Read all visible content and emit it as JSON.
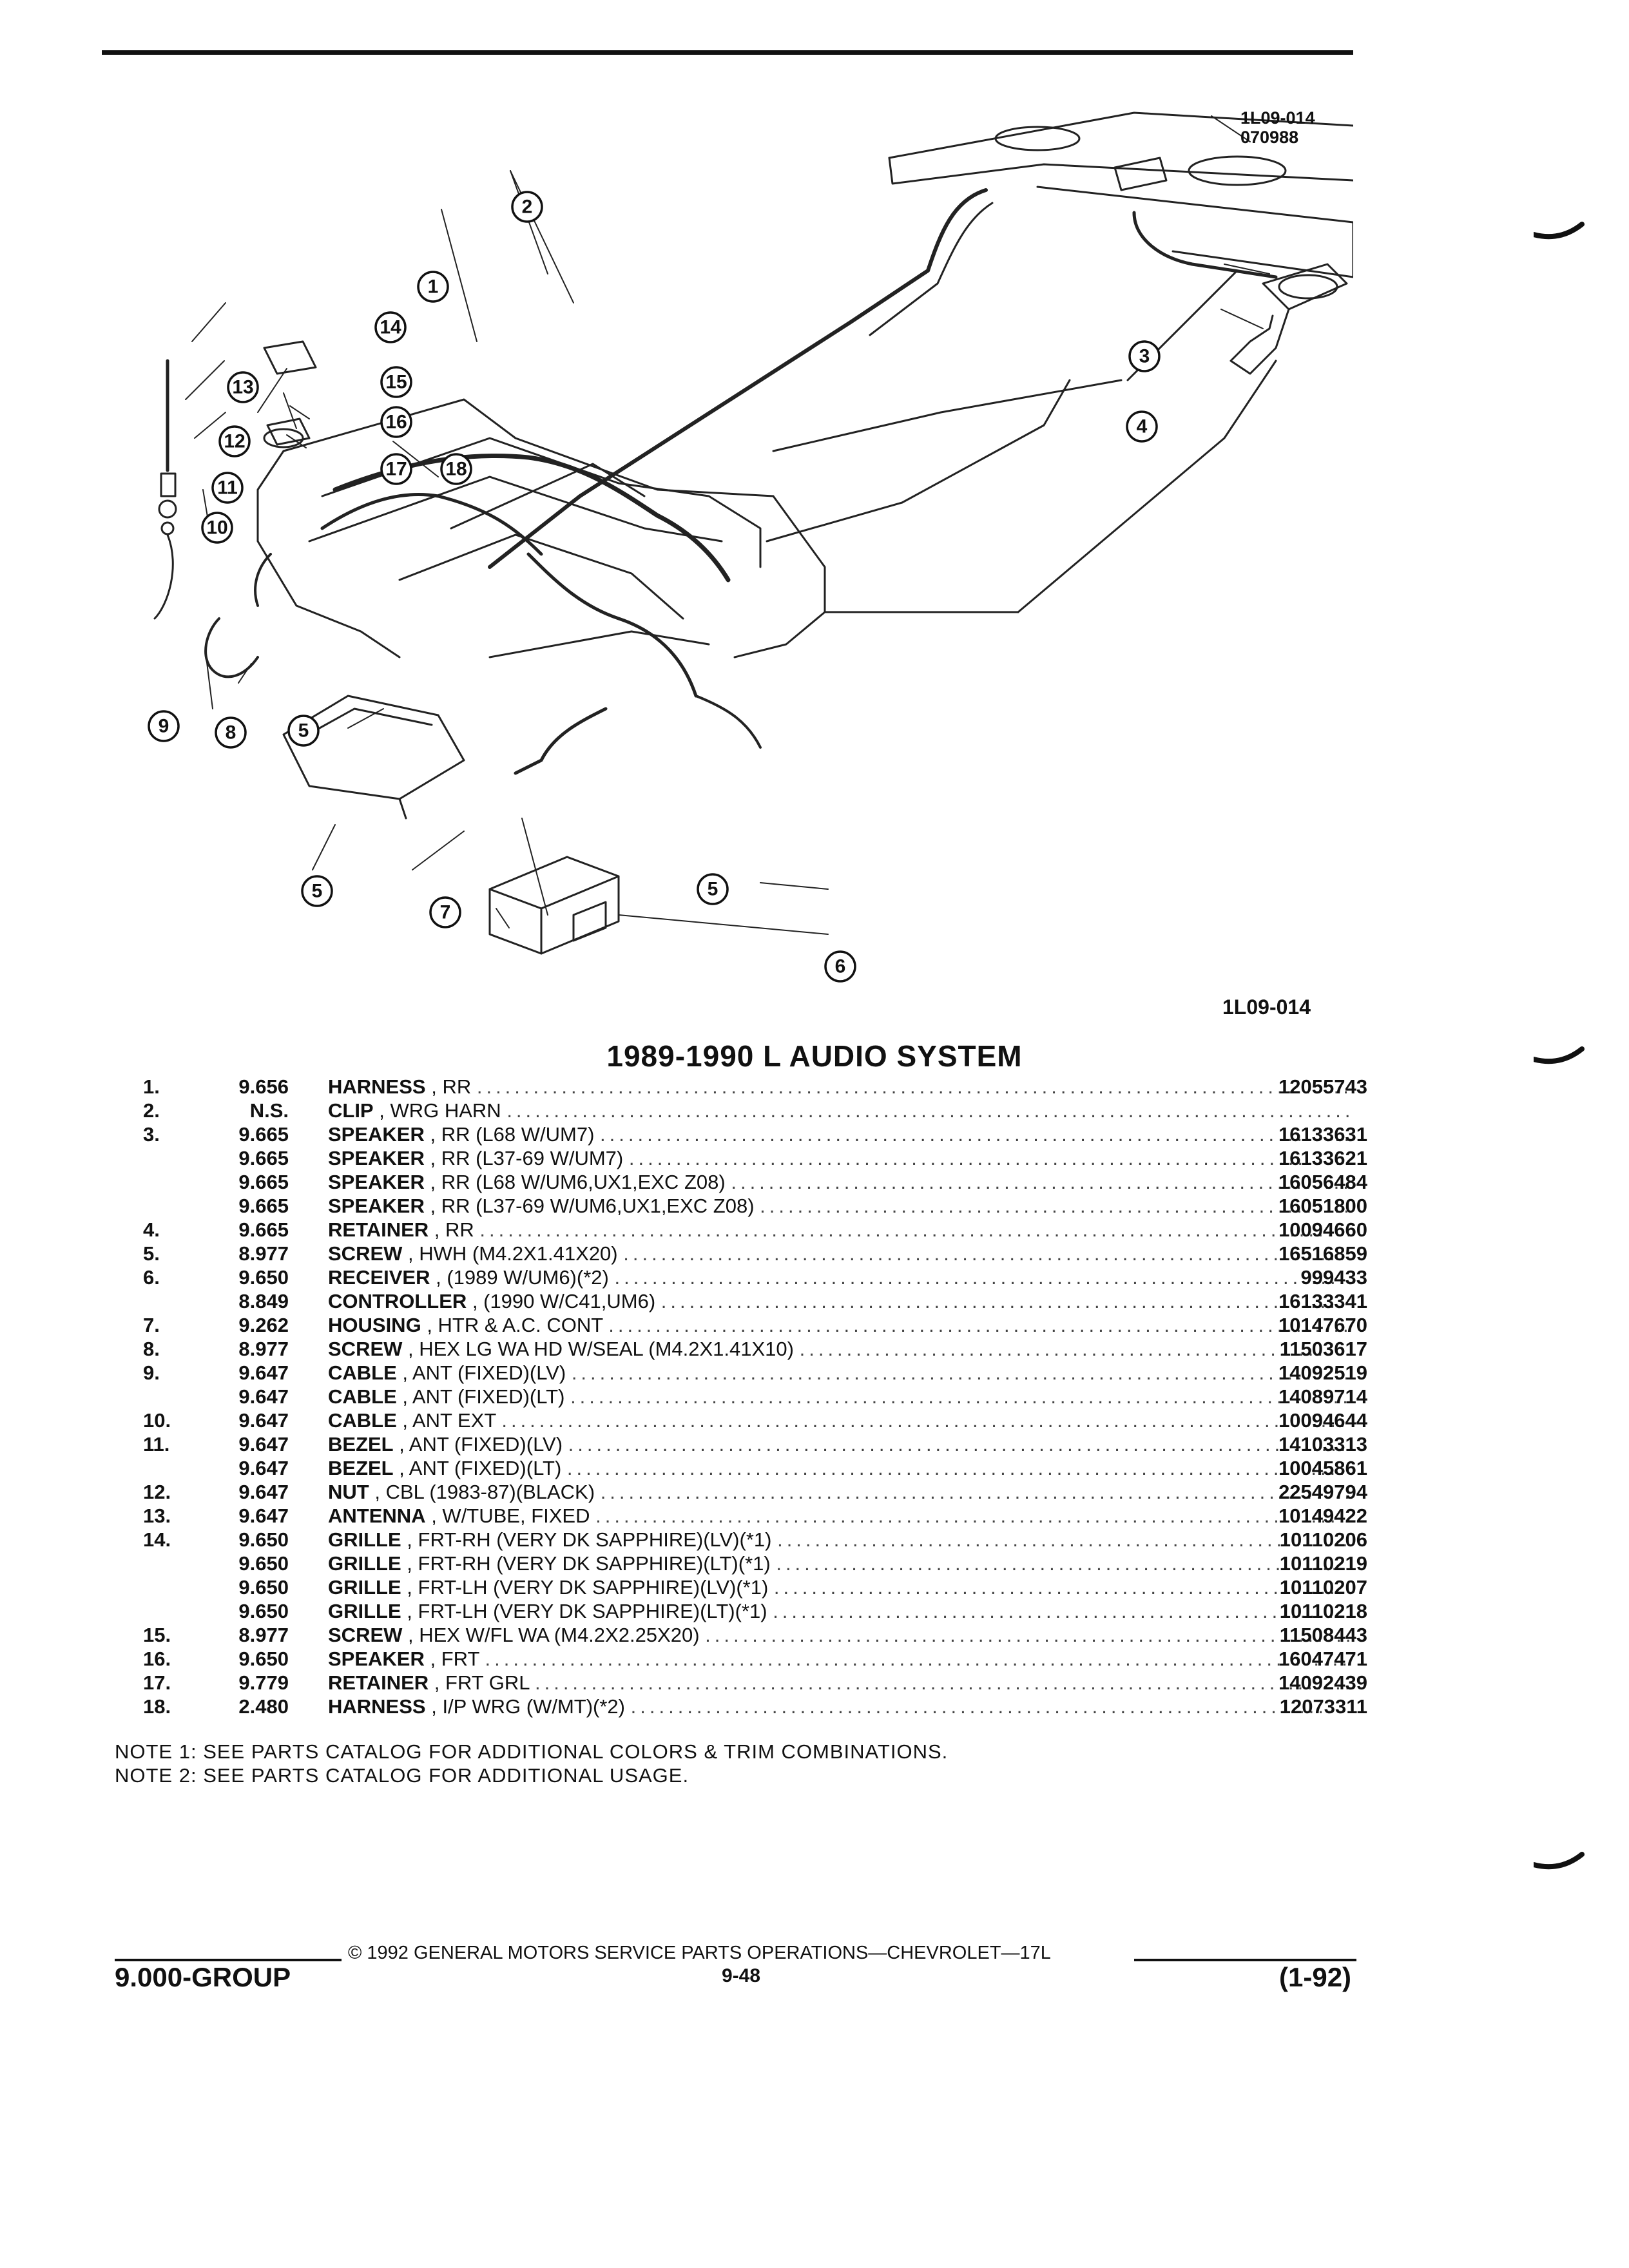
{
  "figure": {
    "code_top_line1": "1L09-014",
    "code_top_line2": "070988",
    "code_bottom": "1L09-014",
    "callouts": [
      "1",
      "2",
      "3",
      "4",
      "5",
      "6",
      "7",
      "8",
      "9",
      "10",
      "11",
      "12",
      "13",
      "14",
      "15",
      "16",
      "17",
      "18"
    ]
  },
  "title": "1989-1990 L AUDIO SYSTEM",
  "parts": [
    {
      "idx": "1.",
      "group": "9.656",
      "name": "HARNESS",
      "detail": ", RR",
      "part": "12055743"
    },
    {
      "idx": "2.",
      "group": "N.S.",
      "name": "CLIP",
      "detail": ", WRG HARN",
      "part": ""
    },
    {
      "idx": "3.",
      "group": "9.665",
      "name": "SPEAKER",
      "detail": ", RR (L68 W/UM7)",
      "part": "16133631"
    },
    {
      "idx": "",
      "group": "9.665",
      "name": "SPEAKER",
      "detail": ", RR (L37-69 W/UM7)",
      "part": "16133621"
    },
    {
      "idx": "",
      "group": "9.665",
      "name": "SPEAKER",
      "detail": ", RR (L68 W/UM6,UX1,EXC Z08)",
      "part": "16056484"
    },
    {
      "idx": "",
      "group": "9.665",
      "name": "SPEAKER",
      "detail": ", RR (L37-69 W/UM6,UX1,EXC Z08)",
      "part": "16051800"
    },
    {
      "idx": "4.",
      "group": "9.665",
      "name": "RETAINER",
      "detail": ", RR",
      "part": "10094660"
    },
    {
      "idx": "5.",
      "group": "8.977",
      "name": "SCREW",
      "detail": ", HWH (M4.2X1.41X20)",
      "part": "16516859"
    },
    {
      "idx": "6.",
      "group": "9.650",
      "name": "RECEIVER",
      "detail": ", (1989 W/UM6)(*2)",
      "part": "999433"
    },
    {
      "idx": "",
      "group": "8.849",
      "name": "CONTROLLER",
      "detail": ", (1990 W/C41,UM6)",
      "part": "16133341"
    },
    {
      "idx": "7.",
      "group": "9.262",
      "name": "HOUSING",
      "detail": ", HTR & A.C. CONT",
      "part": "10147670"
    },
    {
      "idx": "8.",
      "group": "8.977",
      "name": "SCREW",
      "detail": ", HEX LG WA HD W/SEAL (M4.2X1.41X10)",
      "part": "11503617"
    },
    {
      "idx": "9.",
      "group": "9.647",
      "name": "CABLE",
      "detail": ", ANT (FIXED)(LV)",
      "part": "14092519"
    },
    {
      "idx": "",
      "group": "9.647",
      "name": "CABLE",
      "detail": ", ANT (FIXED)(LT)",
      "part": "14089714"
    },
    {
      "idx": "10.",
      "group": "9.647",
      "name": "CABLE",
      "detail": ", ANT EXT",
      "part": "10094644"
    },
    {
      "idx": "11.",
      "group": "9.647",
      "name": "BEZEL",
      "detail": ", ANT (FIXED)(LV)",
      "part": "14103313"
    },
    {
      "idx": "",
      "group": "9.647",
      "name": "BEZEL",
      "detail": ", ANT (FIXED)(LT)",
      "part": "10045861"
    },
    {
      "idx": "12.",
      "group": "9.647",
      "name": "NUT",
      "detail": ", CBL (1983-87)(BLACK)",
      "part": "22549794"
    },
    {
      "idx": "13.",
      "group": "9.647",
      "name": "ANTENNA",
      "detail": ", W/TUBE, FIXED",
      "part": "10149422"
    },
    {
      "idx": "14.",
      "group": "9.650",
      "name": "GRILLE",
      "detail": ", FRT-RH (VERY DK SAPPHIRE)(LV)(*1)",
      "part": "10110206"
    },
    {
      "idx": "",
      "group": "9.650",
      "name": "GRILLE",
      "detail": ", FRT-RH (VERY DK SAPPHIRE)(LT)(*1)",
      "part": "10110219"
    },
    {
      "idx": "",
      "group": "9.650",
      "name": "GRILLE",
      "detail": ", FRT-LH (VERY DK SAPPHIRE)(LV)(*1)",
      "part": "10110207"
    },
    {
      "idx": "",
      "group": "9.650",
      "name": "GRILLE",
      "detail": ", FRT-LH (VERY DK SAPPHIRE)(LT)(*1)",
      "part": "10110218"
    },
    {
      "idx": "15.",
      "group": "8.977",
      "name": "SCREW",
      "detail": ", HEX W/FL WA (M4.2X2.25X20)",
      "part": "11508443"
    },
    {
      "idx": "16.",
      "group": "9.650",
      "name": "SPEAKER",
      "detail": ", FRT",
      "part": "16047471"
    },
    {
      "idx": "17.",
      "group": "9.779",
      "name": "RETAINER",
      "detail": ", FRT GRL",
      "part": "14092439"
    },
    {
      "idx": "18.",
      "group": "2.480",
      "name": "HARNESS",
      "detail": ", I/P WRG (W/MT)(*2)",
      "part": "12073311"
    }
  ],
  "notes": [
    "NOTE  1:  SEE PARTS CATALOG FOR ADDITIONAL COLORS & TRIM COMBINATIONS.",
    "NOTE  2:  SEE PARTS CATALOG FOR ADDITIONAL USAGE."
  ],
  "footer": {
    "copyright": "© 1992 GENERAL MOTORS SERVICE PARTS OPERATIONS—CHEVROLET—17L",
    "group": "9.000-GROUP",
    "page": "9-48",
    "date": "(1-92)"
  }
}
